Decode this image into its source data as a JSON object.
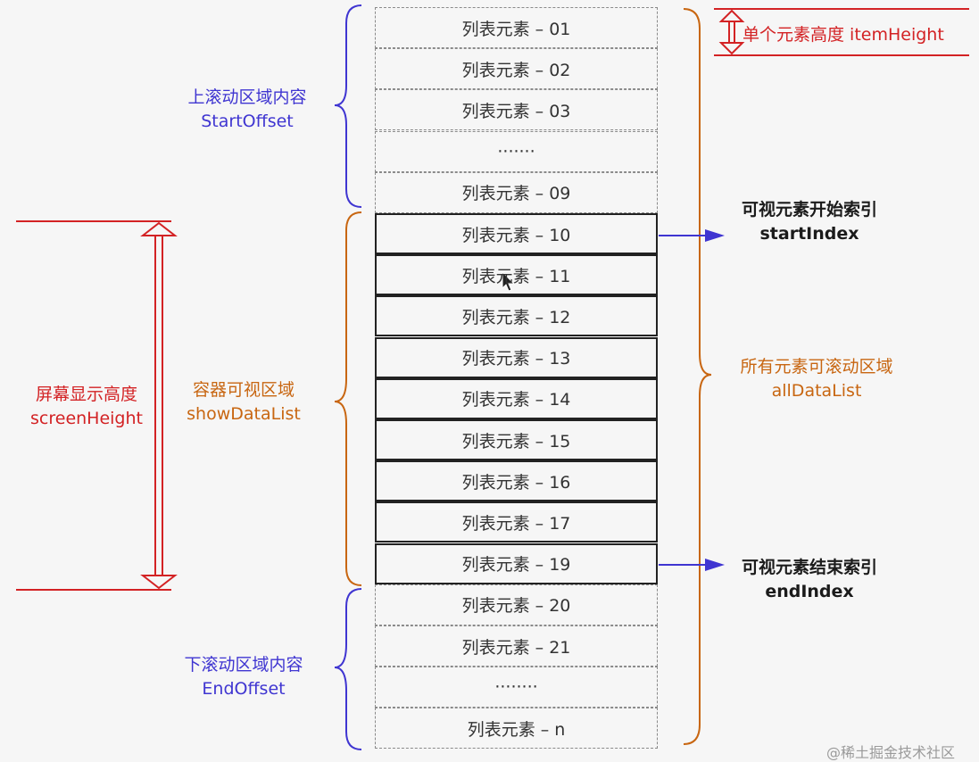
{
  "list_items": [
    {
      "text": "列表元素 – 01",
      "visible": false
    },
    {
      "text": "列表元素 – 02",
      "visible": false
    },
    {
      "text": "列表元素 – 03",
      "visible": false
    },
    {
      "text": "·······",
      "visible": false
    },
    {
      "text": "列表元素 – 09",
      "visible": false
    },
    {
      "text": "列表元素 – 10",
      "visible": true
    },
    {
      "text": "列表元素 – 11",
      "visible": true
    },
    {
      "text": "列表元素 – 12",
      "visible": true
    },
    {
      "text": "列表元素 – 13",
      "visible": true
    },
    {
      "text": "列表元素 – 14",
      "visible": true
    },
    {
      "text": "列表元素 – 15",
      "visible": true
    },
    {
      "text": "列表元素 – 16",
      "visible": true
    },
    {
      "text": "列表元素 – 17",
      "visible": true
    },
    {
      "text": "列表元素 – 19",
      "visible": true
    },
    {
      "text": "列表元素 – 20",
      "visible": false
    },
    {
      "text": "列表元素 – 21",
      "visible": false
    },
    {
      "text": "········",
      "visible": false
    },
    {
      "text": "列表元素 – n",
      "visible": false
    }
  ],
  "labels": {
    "start_offset": {
      "line1": "上滚动区域内容",
      "line2": "StartOffset"
    },
    "show_data_list": {
      "line1": "容器可视区域",
      "line2": "showDataList"
    },
    "end_offset": {
      "line1": "下滚动区域内容",
      "line2": "EndOffset"
    },
    "screen_height": {
      "line1": "屏幕显示高度",
      "line2": "screenHeight"
    },
    "all_data_list": {
      "line1": "所有元素可滚动区域",
      "line2": "allDataList"
    },
    "start_index": {
      "line1": "可视元素开始索引",
      "line2": "startIndex"
    },
    "end_index": {
      "line1": "可视元素结束索引",
      "line2": "endIndex"
    },
    "item_height": "单个元素高度 itemHeight"
  },
  "watermark": "@稀土掘金技术社区",
  "colors": {
    "blue": "#3f35d1",
    "orange": "#c86611",
    "red": "#d32224",
    "black": "#1b1b1b",
    "dashed_border": "#8a8a8a",
    "solid_border": "#222222",
    "background": "#f6f6f6"
  }
}
